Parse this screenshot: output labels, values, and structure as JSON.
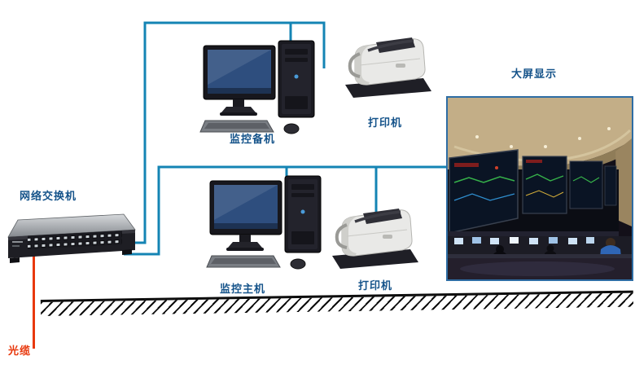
{
  "labels": {
    "switch": "网络交换机",
    "backup_pc": "监控备机",
    "printer_top": "打印机",
    "main_pc": "监控主机",
    "printer_bottom": "打印机",
    "big_screen": "大屏显示",
    "fiber_cable": "光缆"
  },
  "colors": {
    "connection_line": "#1484b4",
    "label_text": "#15538a",
    "fiber_cable": "#e8380d",
    "ground_hatch": "#0d0d0d",
    "background": "#ffffff"
  },
  "connections": [
    {
      "from": "network-switch",
      "to": "backup-workstation"
    },
    {
      "from": "backup-workstation",
      "to": "printer-top"
    },
    {
      "from": "network-switch",
      "to": "main-workstation"
    },
    {
      "from": "main-workstation",
      "to": "printer-bottom"
    },
    {
      "from": "main-workstation",
      "to": "large-screen-display"
    },
    {
      "from": "network-switch",
      "to": "fiber-cable"
    }
  ]
}
